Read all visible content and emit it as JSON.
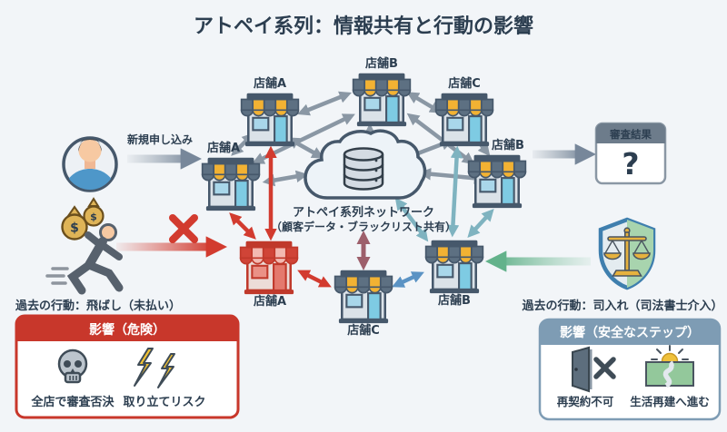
{
  "title": "アトペイ系列：情報共有と行動の影響",
  "network": {
    "cloud_label_line1": "アトペイ系列ネットワーク",
    "cloud_label_line2": "（顧客データ・ブラックリスト共有）",
    "nodes": [
      {
        "id": "store-top-left",
        "label": "店舗A"
      },
      {
        "id": "store-top",
        "label": "店舗B"
      },
      {
        "id": "store-top-right",
        "label": "店舗C"
      },
      {
        "id": "store-mid-left",
        "label": "店舗A"
      },
      {
        "id": "store-mid-right",
        "label": "店舗B"
      },
      {
        "id": "store-bottom-left-flagged",
        "label": "店舗A"
      },
      {
        "id": "store-bottom",
        "label": "店舗C"
      },
      {
        "id": "store-bottom-right",
        "label": "店舗B"
      }
    ]
  },
  "applicant": {
    "flow_label": "新規申し込み"
  },
  "review_result": {
    "title": "審査結果",
    "value": "?"
  },
  "danger_path": {
    "action_label": "過去の行動：飛ばし（未払い）",
    "money_symbol": "$",
    "impact_title": "影響（危険）",
    "impacts": [
      {
        "label": "全店で審査否決"
      },
      {
        "label": "取り立てリスク"
      }
    ]
  },
  "safe_path": {
    "action_label": "過去の行動：司入れ（司法書士介入）",
    "impact_title": "影響（安全なステップ）",
    "impacts": [
      {
        "label": "再契約不可"
      },
      {
        "label": "生活再建へ進む"
      }
    ]
  },
  "colors": {
    "background": "#f2f5f8",
    "ink": "#2c3e50",
    "store_accent": "#f2b233",
    "store_slate": "#5d7082",
    "danger_red": "#c8372b",
    "arrow_gray": "#8a97a4",
    "arrow_teal": "#7fb3c0",
    "arrow_blue": "#5b93c4",
    "arrow_maroon": "#9d5f6b",
    "safe_green": "#63b28b",
    "safe_blue": "#7e9cb4"
  }
}
